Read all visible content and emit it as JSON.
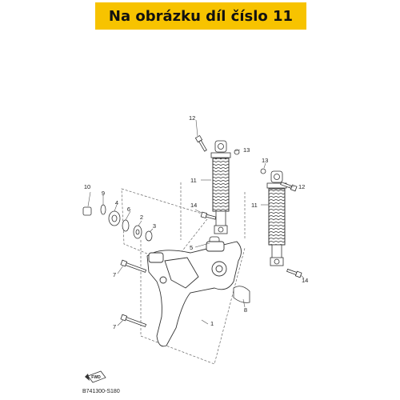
{
  "banner": {
    "text": "Na obrázku díl číslo 11",
    "color": "#f7c300"
  },
  "diagram": {
    "callouts": [
      "12",
      "13",
      "11",
      "13",
      "12",
      "11",
      "10",
      "9",
      "14",
      "4",
      "6",
      "2",
      "3",
      "5",
      "7",
      "8",
      "14",
      "7",
      "1"
    ],
    "fwd_label": "FWD",
    "code": "B741300-S180"
  }
}
